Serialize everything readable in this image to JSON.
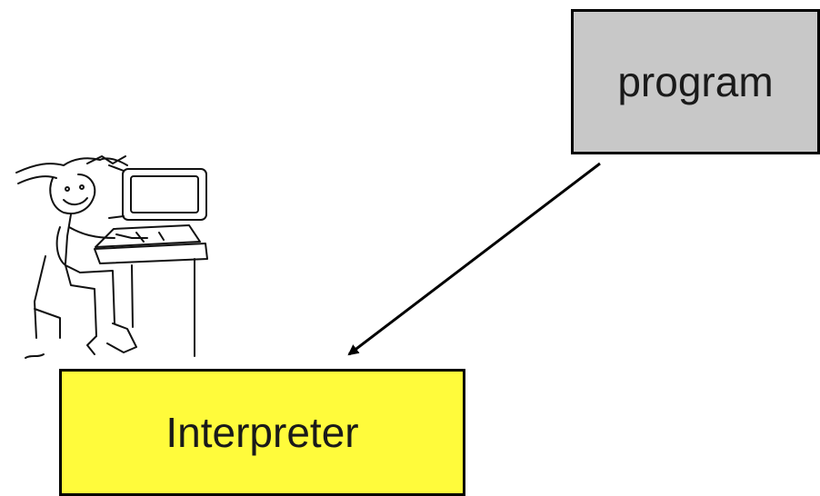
{
  "diagram": {
    "nodes": [
      {
        "id": "program",
        "label": "program",
        "fill": "#c8c8c8"
      },
      {
        "id": "interpreter",
        "label": "Interpreter",
        "fill": "#fffb3b"
      }
    ],
    "edges": [
      {
        "from": "program",
        "to": "interpreter"
      }
    ],
    "illustration": "person-at-computer-sketch"
  }
}
